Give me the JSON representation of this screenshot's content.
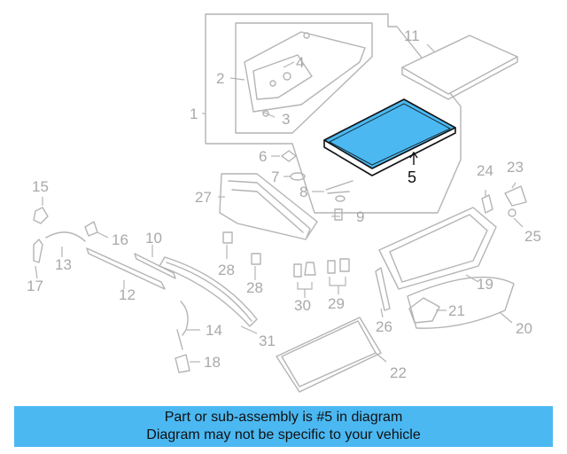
{
  "callouts": {
    "c1": "1",
    "c2": "2",
    "c3": "3",
    "c4": "4",
    "c5": "5",
    "c6": "6",
    "c7": "7",
    "c8": "8",
    "c9": "9",
    "c10": "10",
    "c11": "11",
    "c12": "12",
    "c13": "13",
    "c14": "14",
    "c15": "15",
    "c16": "16",
    "c17": "17",
    "c18": "18",
    "c19": "19",
    "c20": "20",
    "c21": "21",
    "c22": "22",
    "c23": "23",
    "c24": "24",
    "c25": "25",
    "c26": "26",
    "c27": "27",
    "c28a": "28",
    "c28b": "28",
    "c29": "29",
    "c30": "30",
    "c31": "31"
  },
  "highlight": {
    "part_number": "5",
    "color": "#4bb8f2"
  },
  "banner": {
    "line1": "Part or sub-assembly is #5 in diagram",
    "line2": "Diagram may not be specific to your vehicle",
    "color": "#4bb8f2"
  }
}
